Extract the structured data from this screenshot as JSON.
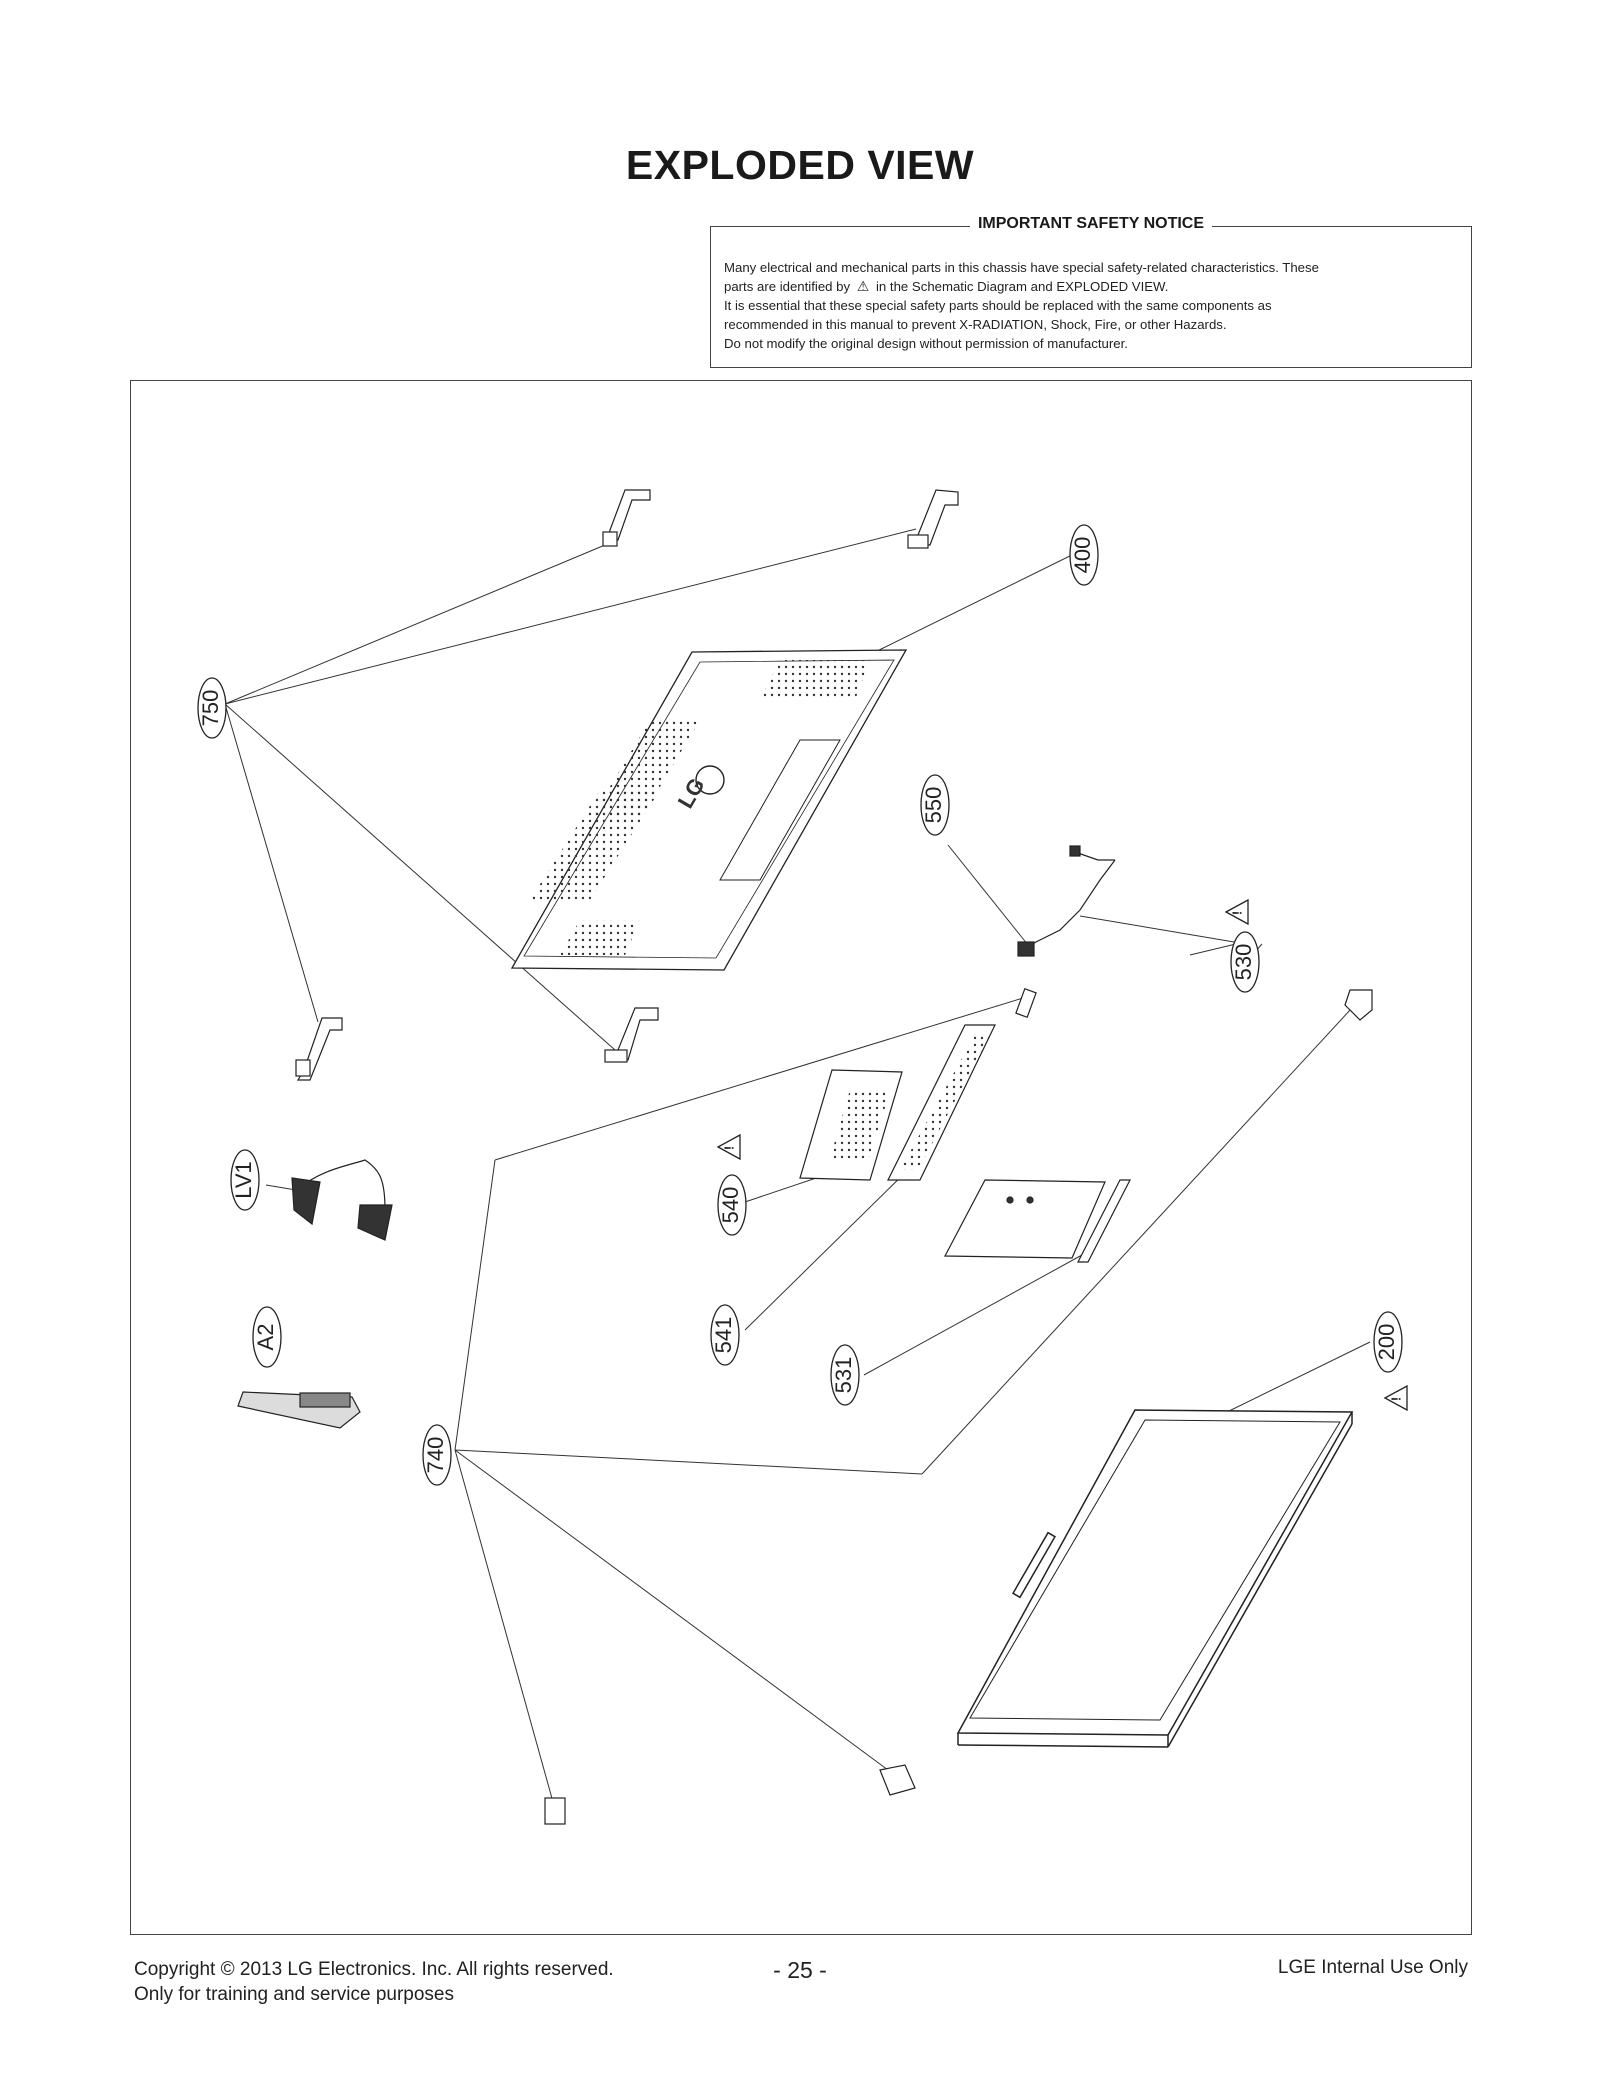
{
  "page": {
    "title": "EXPLODED VIEW"
  },
  "notice": {
    "title": "IMPORTANT SAFETY NOTICE",
    "line1": "Many electrical and mechanical parts in this chassis have special safety-related characteristics. These",
    "line2_pre": "parts are identified by",
    "line2_post": "in the Schematic Diagram and EXPLODED VIEW.",
    "line3": "It is essential that these special safety parts should be replaced with the same components as",
    "line4": "recommended in this manual to prevent X-RADIATION, Shock, Fire, or other Hazards.",
    "line5": "Do not modify the original design without permission of manufacturer."
  },
  "labels": {
    "p750": "750",
    "p400": "400",
    "p550": "550",
    "p530": "530",
    "p540": "540",
    "p541": "541",
    "p531": "531",
    "p200": "200",
    "p740": "740",
    "lv1": "LV1",
    "a2": "A2",
    "warning_mark": "!"
  },
  "footer": {
    "copyright": "Copyright  © 2013  LG Electronics. Inc. All rights reserved.",
    "training": "Only for training and service purposes",
    "page_number": "- 25 -",
    "internal": "LGE Internal Use Only"
  }
}
